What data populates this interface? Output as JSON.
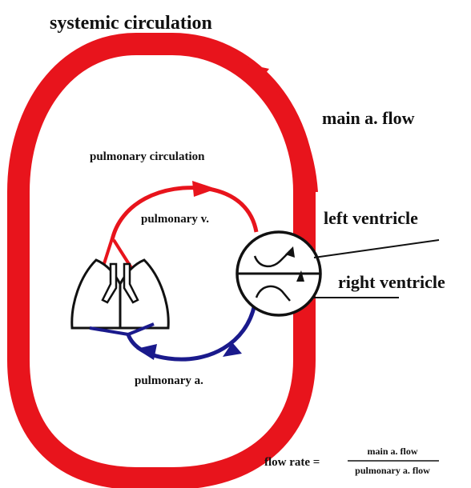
{
  "labels": {
    "systemic": "systemic circulation",
    "main_flow": "main a. flow",
    "pulmonary_circulation": "pulmonary circulation",
    "pulmonary_v": "pulmonary v.",
    "pulmonary_a": "pulmonary a.",
    "left_ventricle": "left ventricle",
    "right_ventricle": "right ventricle",
    "flow_rate": "flow rate =",
    "numerator": "main a. flow",
    "denominator": "pulmonary a. flow"
  },
  "colors": {
    "systemic_loop": "#e8141c",
    "pulmonary_vein": "#e8141c",
    "pulmonary_artery": "#1a1a8c",
    "outline": "#111111"
  }
}
